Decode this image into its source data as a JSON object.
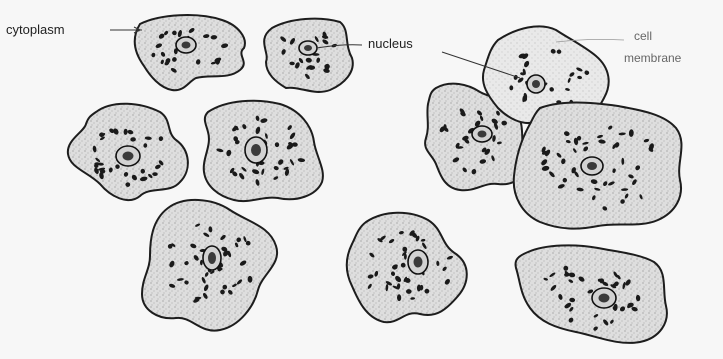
{
  "labels": {
    "cytoplasm": "cytoplasm",
    "nucleus": "nucleus",
    "cell_line1": "cell",
    "cell_line2": "membrane"
  },
  "colors": {
    "background": "#f7f7f7",
    "cell_fill": "#dedede",
    "outline": "#1d1d1d"
  }
}
